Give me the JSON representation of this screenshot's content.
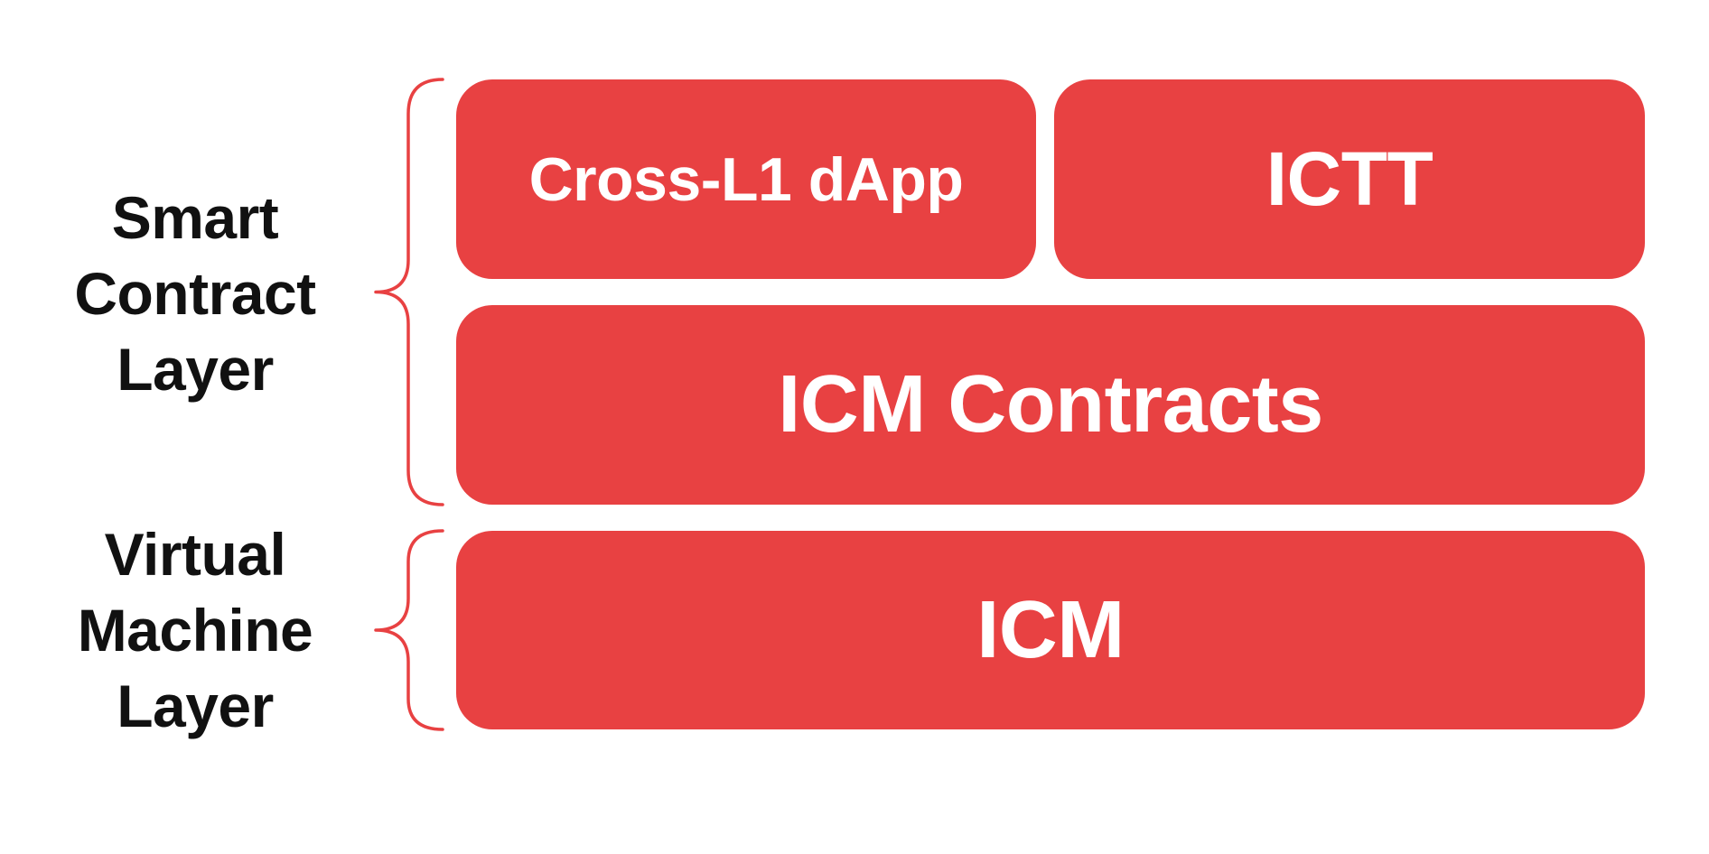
{
  "diagram": {
    "background": "#ffffff",
    "accent_red": "#e84142",
    "label_color": "#111111",
    "box_text_color": "#ffffff"
  },
  "layers": [
    {
      "name": "smart-contract-layer",
      "label_lines": [
        "Smart",
        "Contract",
        "Layer"
      ],
      "boxes": [
        {
          "label": "Cross-L1 dApp"
        },
        {
          "label": "ICTT"
        },
        {
          "label": "ICM Contracts"
        }
      ]
    },
    {
      "name": "virtual-machine-layer",
      "label_lines": [
        "Virtual",
        "Machine",
        "Layer"
      ],
      "boxes": [
        {
          "label": "ICM"
        }
      ]
    }
  ]
}
